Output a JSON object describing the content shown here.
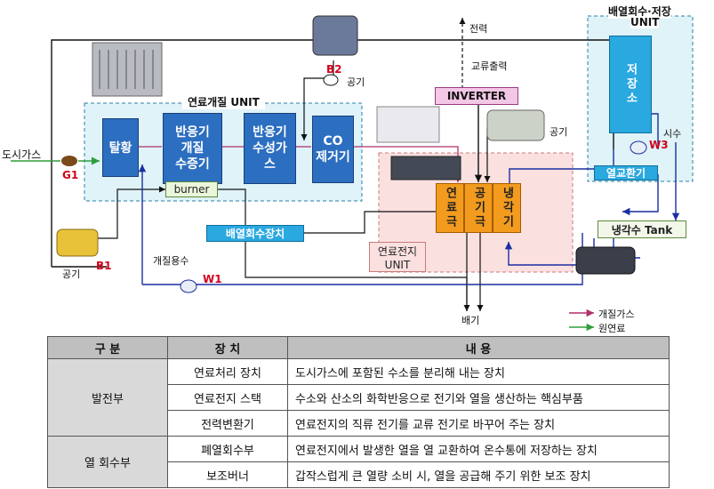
{
  "units": {
    "fuel_unit": "연료개질 UNIT",
    "recovery_unit_line1": "배열회수·저장",
    "recovery_unit_line2": "UNIT",
    "fuel_cell_unit_line1": "연료전지",
    "fuel_cell_unit_line2": "UNIT"
  },
  "blocks": {
    "desulfurizer": "탈황",
    "reformer_line1": "반응기",
    "reformer_line2": "개질",
    "reformer_line3": "수증기",
    "shift_line1": "반응기",
    "shift_line2": "수성가",
    "shift_line3": "스",
    "co_line1": "CO",
    "co_line2": "제거기",
    "burner": "burner",
    "inverter": "INVERTER",
    "storage": "저장소",
    "heat_exchanger": "열교환기",
    "cooling_tank": "냉각수 Tank",
    "heat_recovery_device": "배열회수장치",
    "fuel_electrode": "연료극",
    "air_electrode": "공기극",
    "cooler": "냉각기"
  },
  "labels": {
    "city_gas": "도시가스",
    "power": "전력",
    "ac_output": "교류출력",
    "air_b2": "공기",
    "air_top": "공기",
    "air_b1": "공기",
    "city_water": "시수",
    "reform_water": "개질용수",
    "exhaust": "배기",
    "G1": "G1",
    "B1": "B1",
    "B2": "B2",
    "W1": "W1",
    "W3": "W3"
  },
  "legend": {
    "reformed_gas": "개질가스",
    "raw_fuel": "원연료",
    "reformed_gas_color": "#b0306a",
    "raw_fuel_color": "#2e9e3a"
  },
  "table": {
    "headers": [
      "구 분",
      "장 치",
      "내 용"
    ],
    "groups": [
      {
        "name": "발전부",
        "rows": [
          {
            "device": "연료처리 장치",
            "desc": "도시가스에 포함된 수소를 분리해 내는 장치"
          },
          {
            "device": "연료전지 스택",
            "desc": "수소와 산소의 화학반응으로 전기와 열을 생산하는 핵심부품"
          },
          {
            "device": "전력변환기",
            "desc": "연료전지의 직류 전기를 교류 전기로 바꾸어 주는 장치"
          }
        ]
      },
      {
        "name": "열 회수부",
        "rows": [
          {
            "device": "폐열회수부",
            "desc": "연료전지에서 발생한 열을 열 교환하여 온수통에 저장하는 장치"
          },
          {
            "device": "보조버너",
            "desc": "갑작스럽게 큰 열량 소비 시, 열을 공급해 주기 위한 보조 장치"
          }
        ]
      }
    ]
  }
}
